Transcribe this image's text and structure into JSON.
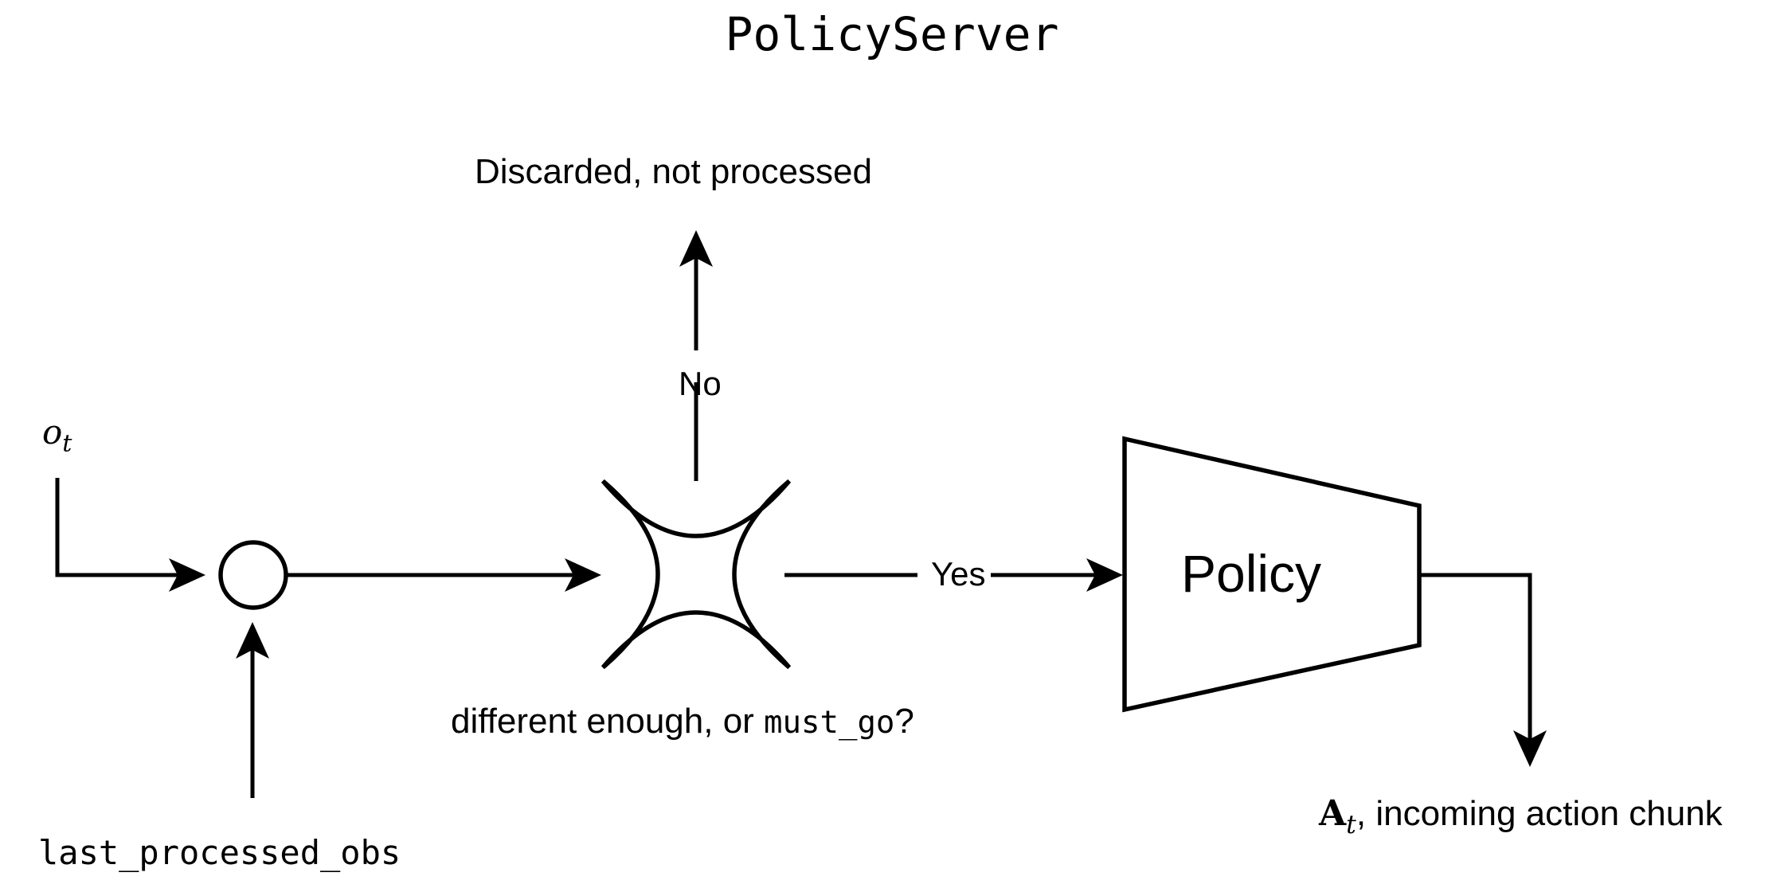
{
  "diagram": {
    "title": "PolicyServer",
    "background_color": "#ffffff",
    "stroke_color": "#000000",
    "type": "flowchart",
    "nodes": {
      "sum_junction": {
        "name": "summing-junction",
        "shape": "circle",
        "label": ""
      },
      "decision": {
        "name": "decision-node",
        "shape": "concave-star",
        "label": "different enough, or must_go?",
        "label_plain": "different enough, or ",
        "label_mono": "must_go",
        "label_tail": "?"
      },
      "policy": {
        "name": "policy-block",
        "shape": "trapezoid",
        "label": "Policy"
      }
    },
    "edges": {
      "no_branch": "No",
      "yes_branch": "Yes"
    },
    "labels": {
      "discarded": "Discarded, not processed",
      "observation_symbol": "o",
      "observation_subscript": "t",
      "last_processed_obs": "last_processed_obs",
      "action_chunk_symbol": "A",
      "action_chunk_subscript": "t",
      "action_chunk_text": ", incoming action chunk"
    }
  }
}
